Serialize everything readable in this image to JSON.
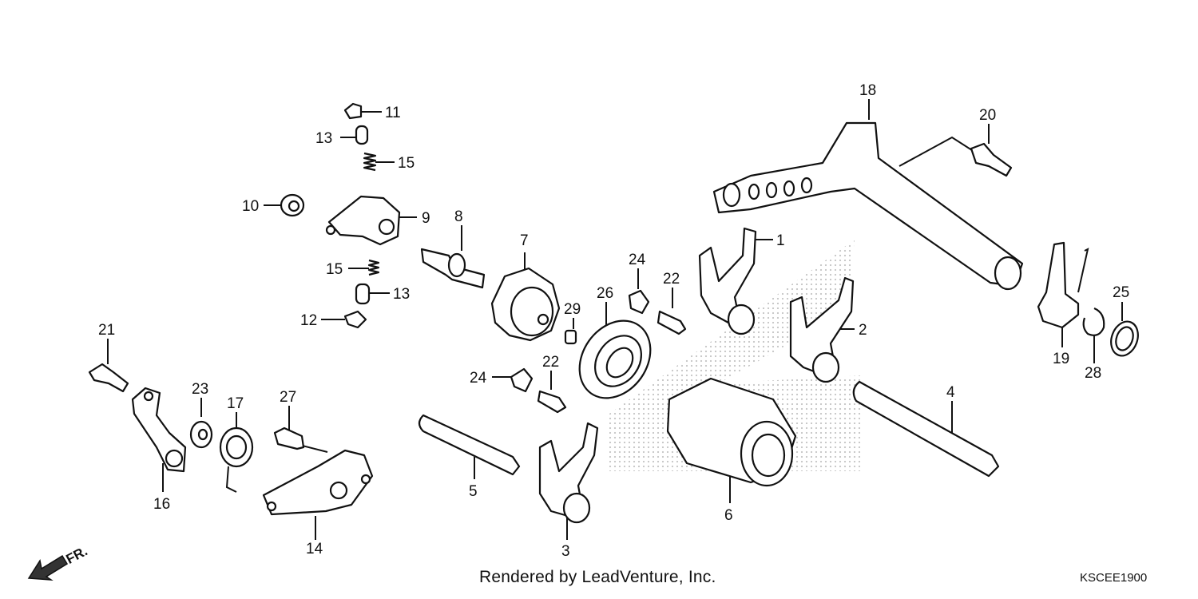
{
  "diagram": {
    "callouts": [
      {
        "id": "c1",
        "label": "1"
      },
      {
        "id": "c2",
        "label": "2"
      },
      {
        "id": "c3",
        "label": "3"
      },
      {
        "id": "c4",
        "label": "4"
      },
      {
        "id": "c5",
        "label": "5"
      },
      {
        "id": "c6",
        "label": "6"
      },
      {
        "id": "c7",
        "label": "7"
      },
      {
        "id": "c8",
        "label": "8"
      },
      {
        "id": "c9",
        "label": "9"
      },
      {
        "id": "c10",
        "label": "10"
      },
      {
        "id": "c11",
        "label": "11"
      },
      {
        "id": "c12",
        "label": "12"
      },
      {
        "id": "c13a",
        "label": "13"
      },
      {
        "id": "c13b",
        "label": "13"
      },
      {
        "id": "c14",
        "label": "14"
      },
      {
        "id": "c15a",
        "label": "15"
      },
      {
        "id": "c15b",
        "label": "15"
      },
      {
        "id": "c16",
        "label": "16"
      },
      {
        "id": "c17",
        "label": "17"
      },
      {
        "id": "c18",
        "label": "18"
      },
      {
        "id": "c19",
        "label": "19"
      },
      {
        "id": "c20",
        "label": "20"
      },
      {
        "id": "c21",
        "label": "21"
      },
      {
        "id": "c22a",
        "label": "22"
      },
      {
        "id": "c22b",
        "label": "22"
      },
      {
        "id": "c23",
        "label": "23"
      },
      {
        "id": "c24a",
        "label": "24"
      },
      {
        "id": "c24b",
        "label": "24"
      },
      {
        "id": "c25",
        "label": "25"
      },
      {
        "id": "c26",
        "label": "26"
      },
      {
        "id": "c27",
        "label": "27"
      },
      {
        "id": "c28",
        "label": "28"
      },
      {
        "id": "c29",
        "label": "29"
      }
    ],
    "front_marker": "FR.",
    "credit": "Rendered by LeadVenture, Inc.",
    "code": "KSCEE1900"
  },
  "colors": {
    "ink": "#111111",
    "background": "#ffffff",
    "watermark": "#cfcfcf"
  }
}
